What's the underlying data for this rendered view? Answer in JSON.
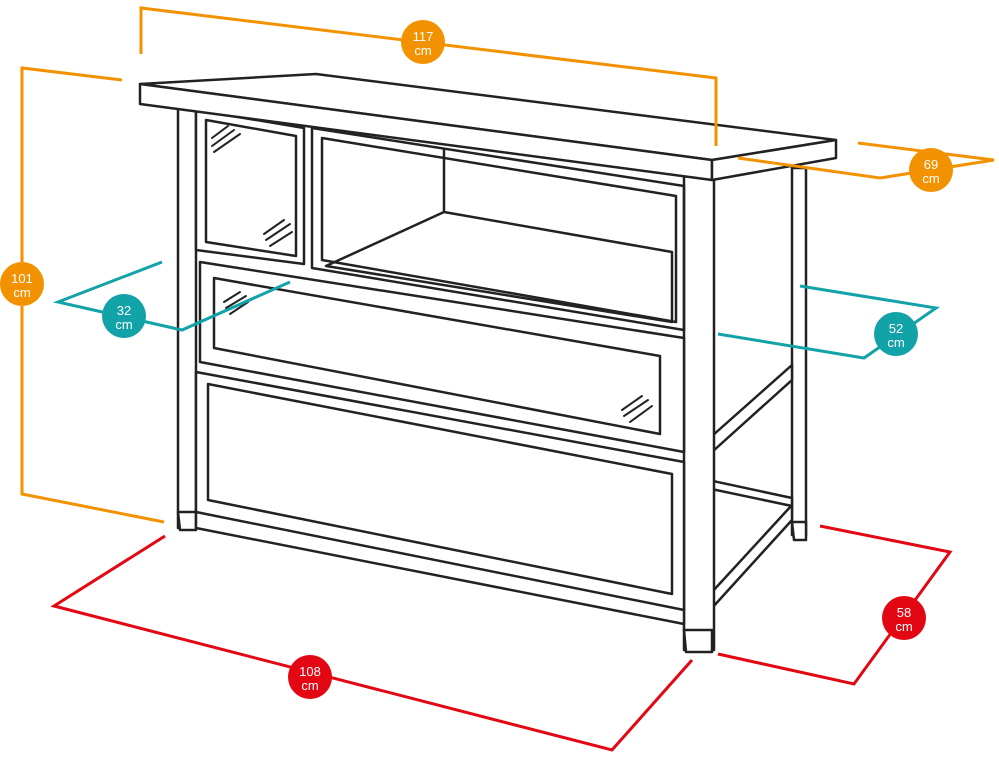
{
  "colors": {
    "outline": "#222222",
    "orange": "#F39200",
    "teal": "#12A3A8",
    "red": "#E30613"
  },
  "dimensions": {
    "top_width": {
      "value": "117",
      "unit": "cm"
    },
    "top_depth": {
      "value": "69",
      "unit": "cm"
    },
    "height": {
      "value": "101",
      "unit": "cm"
    },
    "inner_height": {
      "value": "32",
      "unit": "cm"
    },
    "inner_depth": {
      "value": "52",
      "unit": "cm"
    },
    "base_width": {
      "value": "108",
      "unit": "cm"
    },
    "base_depth": {
      "value": "58",
      "unit": "cm"
    }
  }
}
